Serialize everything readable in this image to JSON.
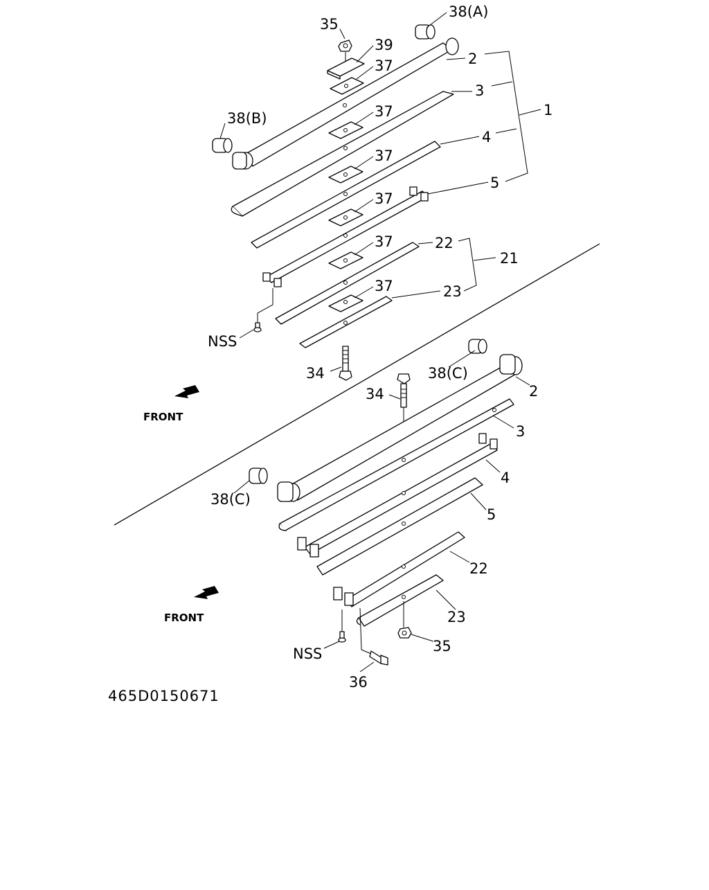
{
  "labels": {
    "p35": "35",
    "p39": "39",
    "p38a": "38(A)",
    "p38b": "38(B)",
    "p38c": "38(C)",
    "p1": "1",
    "p2": "2",
    "p3": "3",
    "p4": "4",
    "p5": "5",
    "p21": "21",
    "p22": "22",
    "p23": "23",
    "p34": "34",
    "p36": "36",
    "p37": "37",
    "nss": "NSS",
    "front": "FRONT"
  },
  "drawing_code": "465D0150671"
}
